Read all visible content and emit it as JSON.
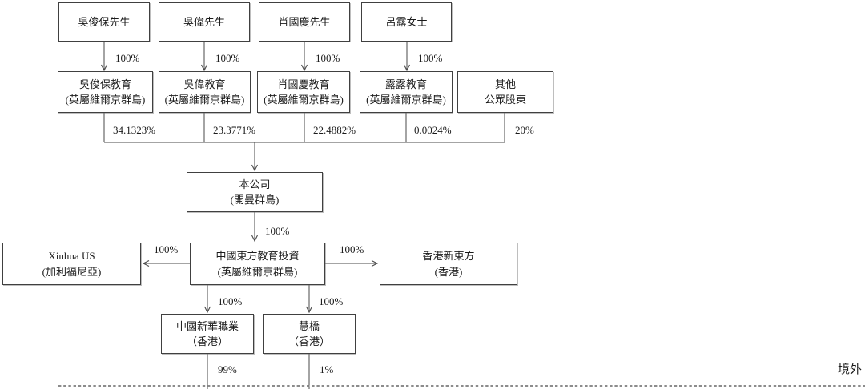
{
  "figure": {
    "description": "shareholding-structure-chart",
    "region_label": "境外",
    "line_color": "#4a4a4a"
  },
  "shareholders": [
    {
      "name": "吳俊保先生",
      "stake": "100%"
    },
    {
      "name": "吳偉先生",
      "stake": "100%"
    },
    {
      "name": "肖國慶先生",
      "stake": "100%"
    },
    {
      "name": "呂露女士",
      "stake": "100%"
    }
  ],
  "holdcos": [
    {
      "line1": "吳俊保教育",
      "line2": "(英屬維爾京群島)",
      "stake": "34.1323%"
    },
    {
      "line1": "吳偉教育",
      "line2": "(英屬維爾京群島)",
      "stake": "23.3771%"
    },
    {
      "line1": "肖國慶教育",
      "line2": "(英屬維爾京群島)",
      "stake": "22.4882%"
    },
    {
      "line1": "露露教育",
      "line2": "(英屬維爾京群島)",
      "stake": "0.0024%"
    },
    {
      "line1": "其他",
      "line2": "公眾股東",
      "stake": "20%"
    }
  ],
  "company": {
    "line1": "本公司",
    "line2": "(開曼群島)",
    "stake_down": "100%"
  },
  "mid": {
    "xinhua_us": {
      "line1": "Xinhua US",
      "line2": "(加利福尼亞)",
      "stake": "100%"
    },
    "investment": {
      "line1": "中國東方教育投資",
      "line2": "(英屬維爾京群島)"
    },
    "hk_new_oriental": {
      "line1": "香港新東方",
      "line2": "(香港)",
      "stake": "100%"
    }
  },
  "subsidiaries": [
    {
      "line1": "中國新華職業",
      "line2": "（香港）",
      "stake_in": "100%",
      "stake_out": "99%"
    },
    {
      "line1": "慧橋",
      "line2": "（香港）",
      "stake_in": "100%",
      "stake_out": "1%"
    }
  ]
}
